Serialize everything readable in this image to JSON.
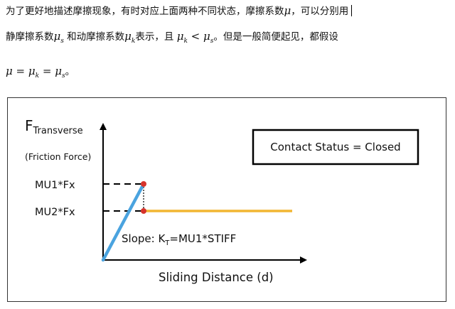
{
  "paragraph": {
    "line1_text": "为了更好地描述摩擦现象，有时对应上面两种不同状态，摩擦系数",
    "line1_symbol": "μ",
    "line1_tail": "，可以分别用",
    "line2_part1": "静摩擦系数",
    "line2_sym1": "μ",
    "line2_sub1": "s",
    "line2_part2": "和动摩擦系数",
    "line2_sym2": "μ",
    "line2_sub2": "k",
    "line2_part3": "表示，且",
    "line2_sym3": "μ",
    "line2_sub3": "k",
    "line2_op": " < ",
    "line2_sym4": "μ",
    "line2_sub4": "s",
    "line2_part4": "。但是一般简便起见，都假设",
    "line3_sym1": "μ",
    "line3_eq1": " = ",
    "line3_sym2": "μ",
    "line3_sub2": "k",
    "line3_eq2": " = ",
    "line3_sym3": "μ",
    "line3_sub3": "s",
    "line3_end": "。"
  },
  "diagram": {
    "y_label_main": "F",
    "y_label_sub": "Transverse",
    "y_label_note": "(Friction Force)",
    "x_label": "Sliding Distance (d)",
    "level1_label": "MU1*Fx",
    "level2_label": "MU2*Fx",
    "slope_prefix": "Slope: K",
    "slope_sub": "T",
    "slope_suffix": "=MU1*STIFF",
    "status_box": "Contact Status = Closed",
    "colors": {
      "slope_line": "#4aa3df",
      "sliding_line": "#f2b632",
      "point": "#d6332b",
      "axis": "#000000"
    }
  }
}
